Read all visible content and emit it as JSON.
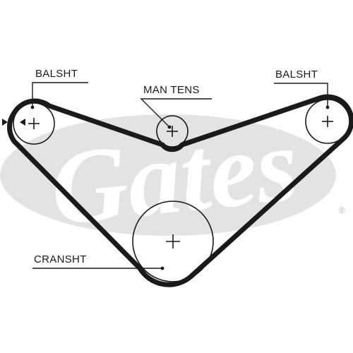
{
  "watermark": {
    "text": "Gates",
    "trademark": "®",
    "ellipse_color": "#e3e3e3",
    "text_color": "#ffffff"
  },
  "belt": {
    "color": "#1a1a1a"
  },
  "labels": {
    "balance_shaft_left": "BALSHT",
    "manual_tensioner": "MAN TENS",
    "balance_shaft_right": "BALSHT",
    "crankshaft": "CRANSHT"
  },
  "center_mark": "+",
  "rotation_indicator": "arrowhead-pair"
}
